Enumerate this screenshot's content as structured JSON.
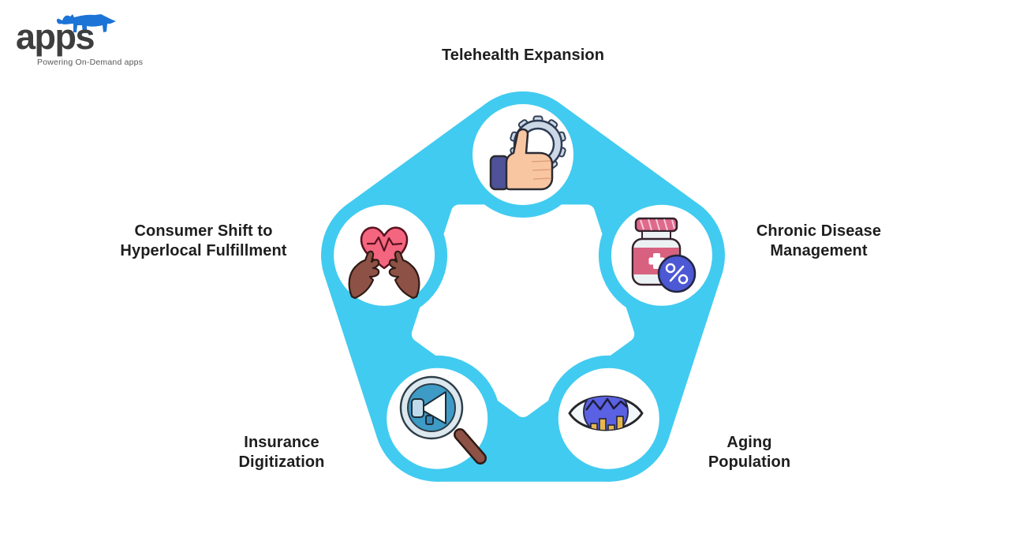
{
  "logo": {
    "brand": "apps",
    "tagline": "Powering On-Demand apps",
    "colors": {
      "rhino_blue": "#1B74D6",
      "brand_text": "#3E3E3E",
      "tagline_text": "#58585A"
    }
  },
  "diagram": {
    "type": "pentagon-cycle-infographic",
    "band_color": "#41CBF0",
    "node_fill": "#FFFFFF",
    "labels": {
      "top": {
        "lines": [
          "Telehealth Expansion"
        ]
      },
      "right": {
        "lines": [
          "Chronic Disease",
          "Management"
        ]
      },
      "bottom_right": {
        "lines": [
          "Aging",
          "Population"
        ]
      },
      "bottom_left": {
        "lines": [
          "Insurance",
          "Digitization"
        ]
      },
      "left": {
        "lines": [
          "Consumer Shift to",
          "Hyperlocal Fulfillment"
        ]
      }
    },
    "icons": {
      "top": "thumbs-up-with-gear",
      "right": "medicine-bottle-with-percent",
      "bottom_right": "eye-with-chart",
      "bottom_left": "magnifier-with-megaphone",
      "left": "hands-holding-heart"
    },
    "icon_colors": {
      "gear_gray": "#CDD8E6",
      "hand_skin": "#F8C7A2",
      "cuff_indigo": "#4E5296",
      "heart_pink": "#F4657F",
      "hands_brown": "#8E5145",
      "bottle_label_pink": "#D8617F",
      "percent_blue": "#4D58D4",
      "lens_blue": "#3D9BC6",
      "iris_blue": "#5A61E2",
      "bars_yellow": "#E5B84E"
    }
  }
}
